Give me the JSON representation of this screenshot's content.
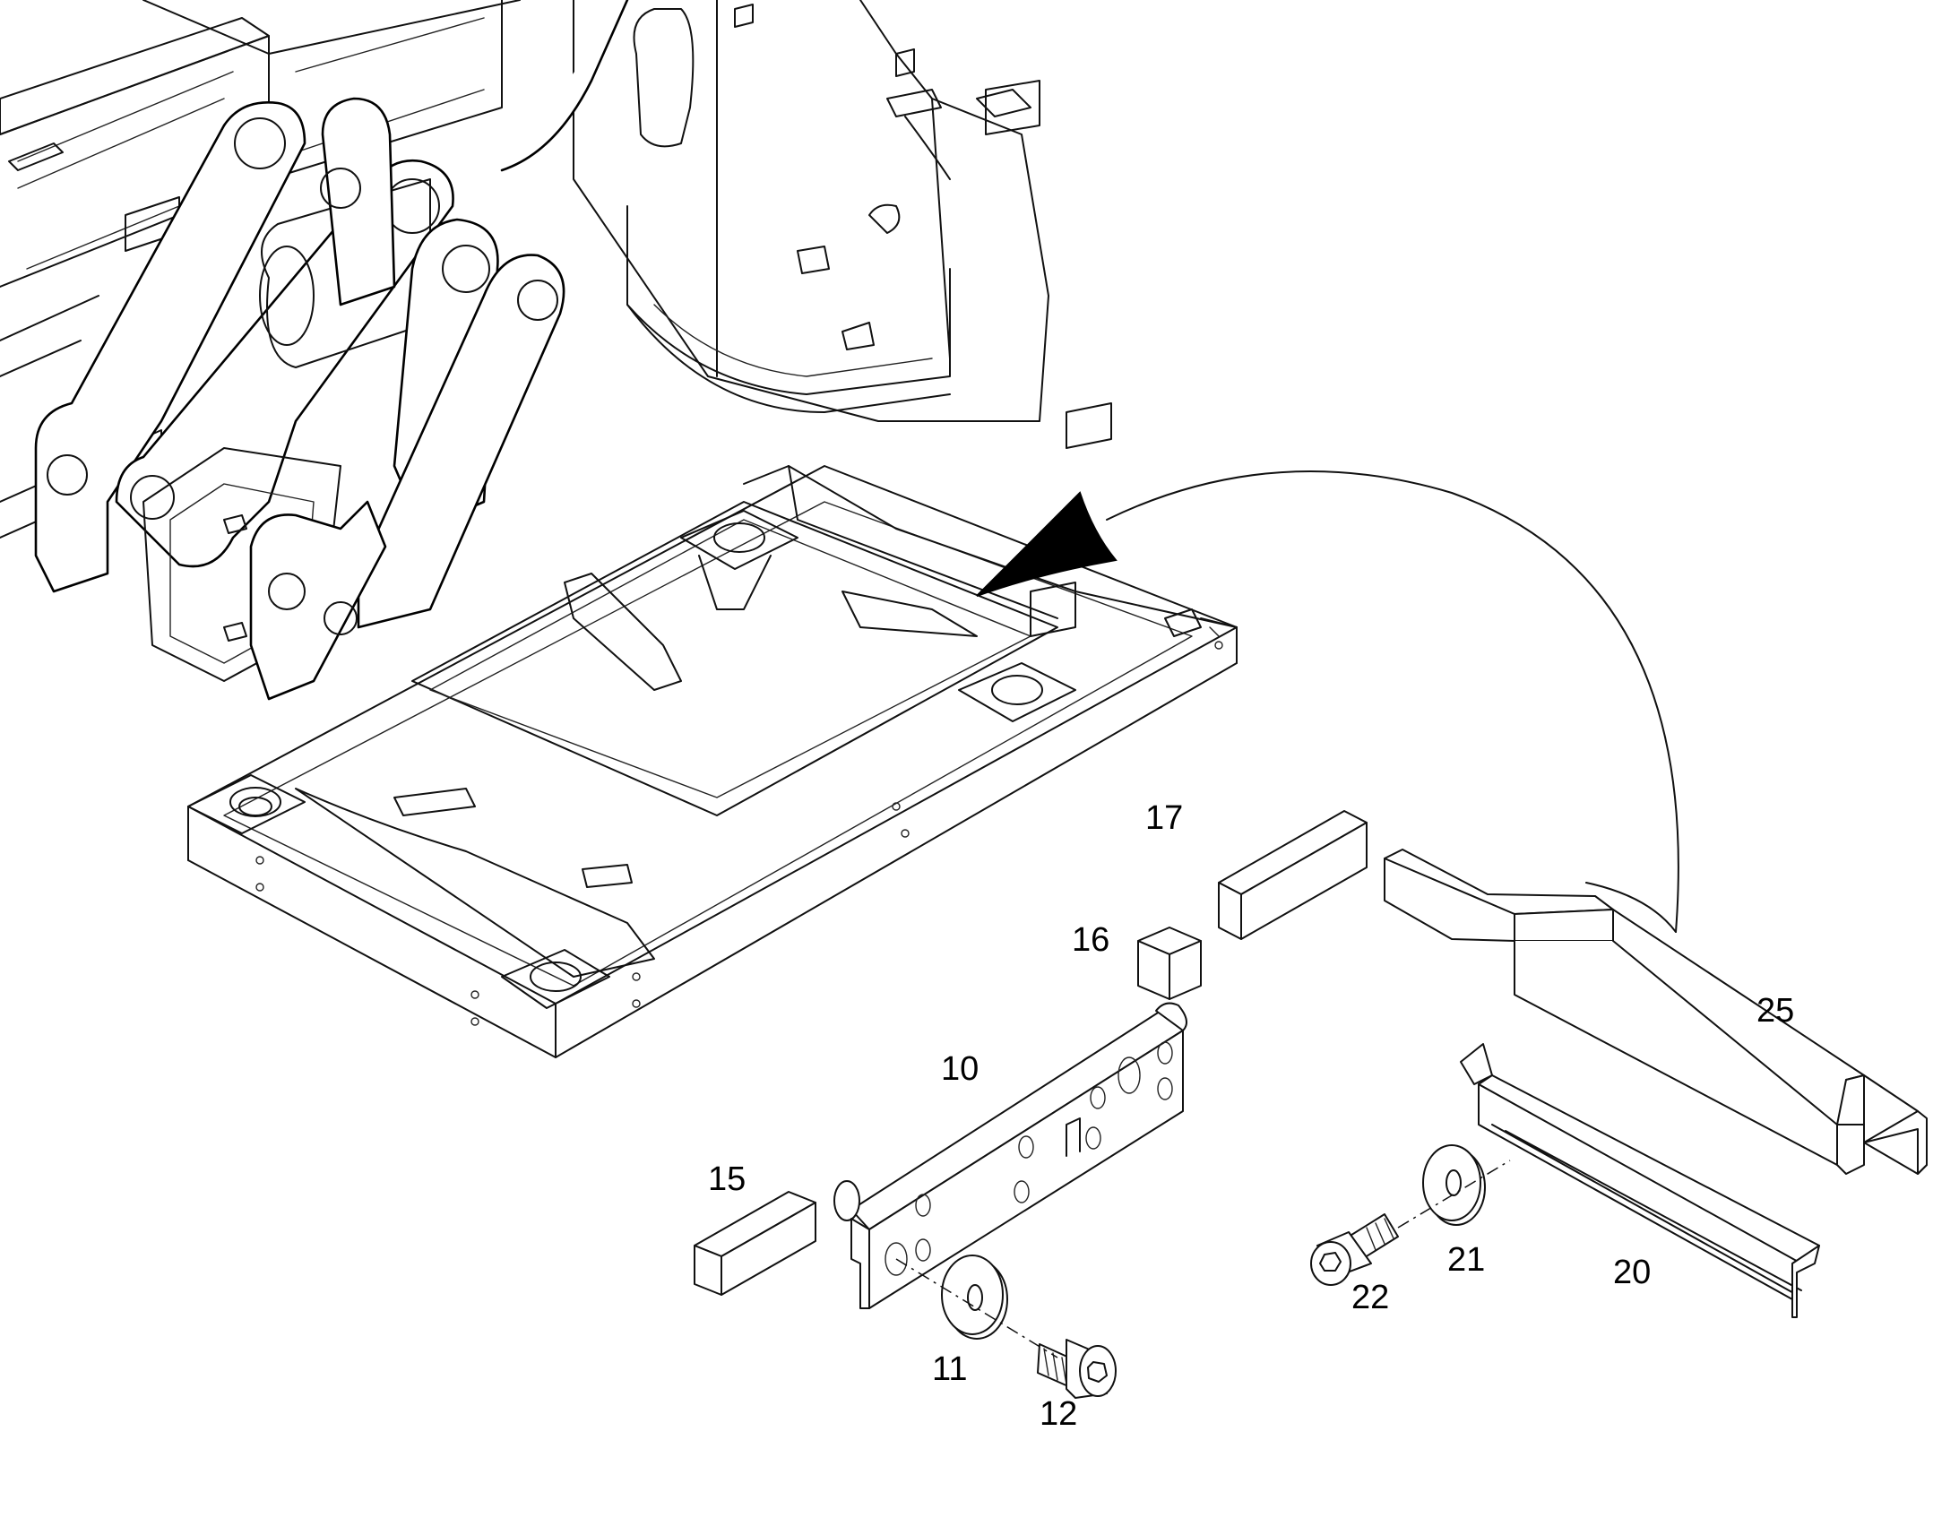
{
  "labels": {
    "p10": "10",
    "p11": "11",
    "p12": "12",
    "p15": "15",
    "p16": "16",
    "p17": "17",
    "p20": "20",
    "p21": "21",
    "p22": "22",
    "p25": "25"
  }
}
